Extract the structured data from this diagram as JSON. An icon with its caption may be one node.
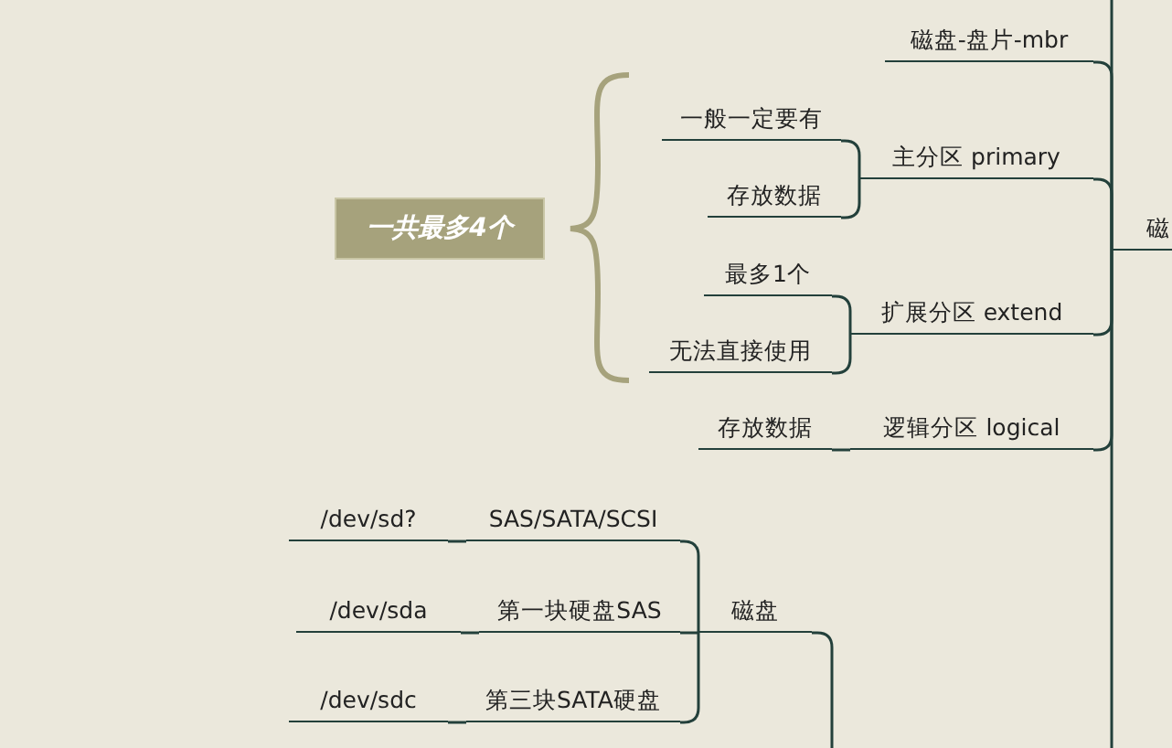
{
  "diagram": {
    "nodes": [
      {
        "text": [
          "磁"
        ]
      },
      {
        "text": [
          "磁盘-盘片-mbr"
        ]
      },
      {
        "text": [
          "主分区 primary"
        ]
      },
      {
        "text": [
          "扩展分区 extend"
        ]
      },
      {
        "text": [
          "逻辑分区 logical"
        ]
      },
      {
        "text": [
          "一般一定要有"
        ]
      },
      {
        "text": [
          "存放数据"
        ]
      },
      {
        "text": [
          "最多1个"
        ]
      },
      {
        "text": [
          "无法直接使用"
        ]
      },
      {
        "text": [
          "存放数据"
        ]
      },
      {
        "text": [
          "一共最多4个"
        ]
      },
      {
        "text": [
          "磁盘"
        ]
      },
      {
        "text": [
          "SAS/SATA/SCSI"
        ]
      },
      {
        "text": [
          "/dev/sd?"
        ]
      },
      {
        "text": [
          "第一块硬盘SAS"
        ]
      },
      {
        "text": [
          "/dev/sda"
        ]
      },
      {
        "text": [
          "第三块SATA硬盘"
        ]
      },
      {
        "text": [
          "/dev/sdc"
        ]
      }
    ],
    "edges": [
      {
        "from": 0,
        "to": 1,
        "arrow": "none"
      },
      {
        "from": 0,
        "to": 2,
        "arrow": "none"
      },
      {
        "from": 0,
        "to": 3,
        "arrow": "none"
      },
      {
        "from": 0,
        "to": 4,
        "arrow": "none"
      },
      {
        "from": 0,
        "to": null,
        "arrow": "none"
      },
      {
        "from": 0,
        "to": null,
        "arrow": "none"
      },
      {
        "from": 2,
        "to": 5,
        "arrow": "none"
      },
      {
        "from": 2,
        "to": 6,
        "arrow": "none"
      },
      {
        "from": 3,
        "to": 7,
        "arrow": "none"
      },
      {
        "from": 3,
        "to": 8,
        "arrow": "none"
      },
      {
        "from": 4,
        "to": 9,
        "arrow": "none"
      },
      {
        "from": null,
        "to": 11,
        "arrow": "none"
      },
      {
        "from": 11,
        "to": 12,
        "arrow": "none"
      },
      {
        "from": 11,
        "to": 14,
        "arrow": "none"
      },
      {
        "from": 11,
        "to": 16,
        "arrow": "none"
      },
      {
        "from": 12,
        "to": 13,
        "arrow": "none"
      },
      {
        "from": 14,
        "to": 15,
        "arrow": "none"
      },
      {
        "from": 16,
        "to": 17,
        "arrow": "none"
      }
    ]
  }
}
